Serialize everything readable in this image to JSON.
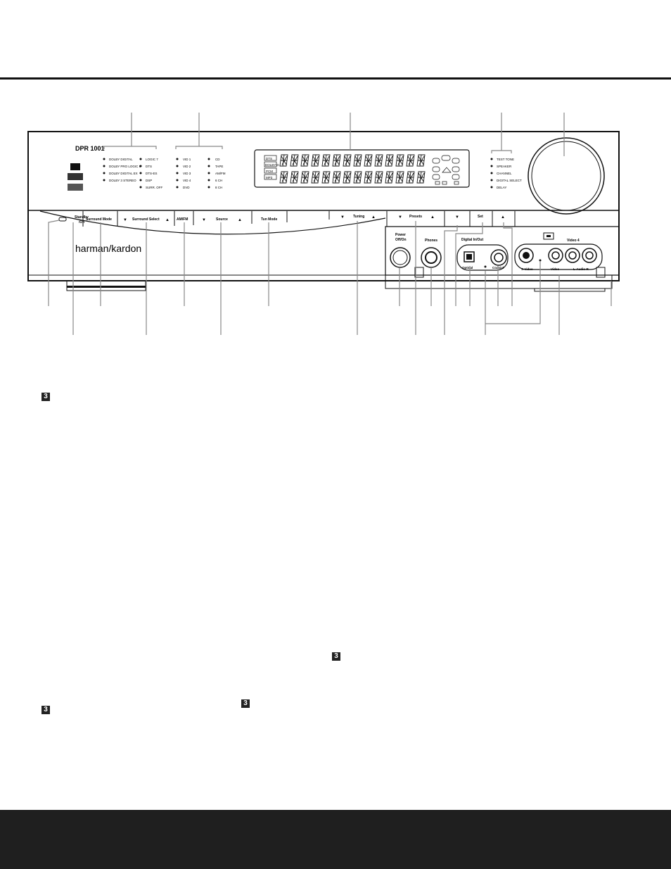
{
  "device": {
    "model": "DPR 1001",
    "brand": "harman/kardon"
  },
  "surround_indicators": {
    "left": [
      "DOLBY DIGITAL",
      "DOLBY PRO LOGIC II",
      "DOLBY DIGITAL EX",
      "DOLBY 3 STEREO"
    ],
    "right": [
      "LOGIC 7",
      "DTS",
      "DTS-ES",
      "DSP",
      "SURR. OFF"
    ]
  },
  "source_indicators": {
    "left": [
      "VID 1",
      "VID 2",
      "VID 3",
      "VID 4",
      "DVD"
    ],
    "right": [
      "CD",
      "TAPE",
      "AM/FM",
      "6 CH",
      "8 CH"
    ]
  },
  "format_badges": [
    "DTS",
    "DOLBY D",
    "PCM",
    "MP3"
  ],
  "setup_indicators": [
    "TEST TONE",
    "SPEAKER",
    "CHANNEL",
    "DIGITAL SELECT",
    "DELAY"
  ],
  "buttons": {
    "standby": [
      "Standby",
      "/On"
    ],
    "surround_mode": "Surround Mode",
    "surround_select": "Surround Select",
    "am_fm": "AM/FM",
    "source": "Source",
    "tun_mode": "Tun Mode",
    "tuning": "Tuning",
    "presets": "Presets",
    "set": "Set",
    "power": [
      "Power",
      "Off/On"
    ]
  },
  "jacks": {
    "phones": "Phones",
    "digital_in_out": "Digital In/Out",
    "optical": "Optical",
    "coaxial": "Coaxial",
    "video4": "Video 4",
    "s_video": "S-Video",
    "video": "Video",
    "audio": "L-Audio-R"
  },
  "page_markers": [
    "3",
    "3",
    "3",
    "3"
  ]
}
